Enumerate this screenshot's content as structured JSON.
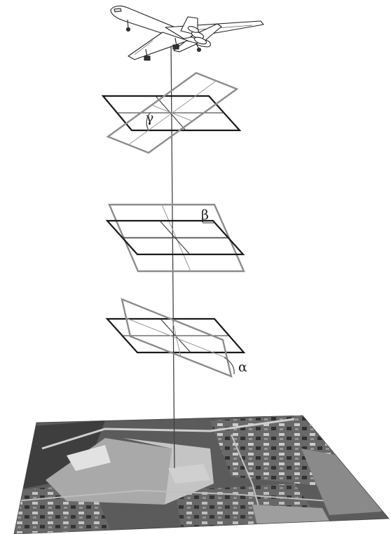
{
  "angles": {
    "gamma": "γ",
    "beta": "β",
    "alpha": "α"
  },
  "icons": {
    "aircraft": "airplane-icon",
    "ground": "aerial-photo"
  },
  "colors": {
    "reference_plane": "#1a1a1a",
    "rotated_plane": "#8c8c8c",
    "ground_dark": "#3a3a3a",
    "ground_light": "#b5b5b5"
  }
}
